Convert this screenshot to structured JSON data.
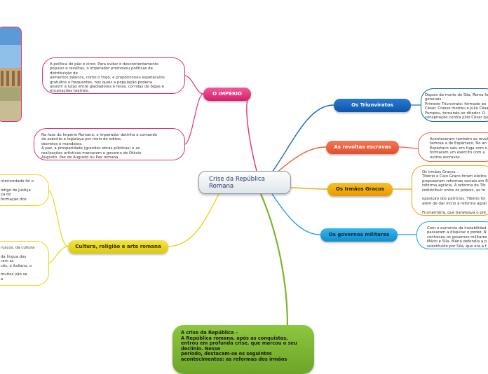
{
  "central": {
    "label": "Crise da República Romana"
  },
  "topics": {
    "imperio": "O IMPÉRIO",
    "triunviratos": "Os Triunviratos",
    "revoltas": "As revoltas escravas",
    "gracos": "Os Irmãos Gracos",
    "militares": "Os governos militares",
    "cultura": "Cultura, religião e arte romana"
  },
  "notes": {
    "pao_circo": "A política do pão e circo: Para evitar o descontentamento\npopular e revoltas, o imperador promoveu políticas de\ndistribuição de\nalimentos básicos, como o trigo, e proporcionou espetáculos\ngratuitos e frequentes, nos quais a população poderia\nassistir a lutas entre gladiadores e feras, corridas de bigas e\nencenações teatrais.",
    "imperio_fase": "Na fase do Império Romano, o imperador detinha o comando\ndo exército e legislava por meio de editos,\ndecretos e mandatos.\nA paz, a prosperidade (grandes obras públicas) e as\nrealizações artísticas marcaram o governo de Otávio\nAugusto. Pax de Augusto ou Pax romana.",
    "triunviratos": "Depois da morte de Sila, Roma fo\ngenerais.\nPrimeiro Triunvirato: formado po\nCésar. Crasso morreu e Júlio Césa\nPompeu, tornando-se ditador. O\nconspiração contra Júlio César qu",
    "revoltas": "Aconteceram também as revol\nfamosa a de Espártaco. No an\nEspártaco saiu em fuga com o\nformaram um exército com a\noutros escravos.",
    "gracos": "Os irmãos Gracos -\nTibério e Caio Graco foram eleitos\npropuseram reformas sociais em R\nreforma agrária. A reforma de Tib\nredistribuir entre os pobres, as te\n\noposição dos patrícios. Tibério foi\nalém de dar início à reforma agrár\n\nFrumentária, que barateava o pre",
    "militares": "Com o aumento da instabilidad\npassaram a disputar o poder. N\nconheceu os governos militares\nMário e Sila. Mário defendia a p\nsubstituído por Sila, que era a f",
    "cultura_top": "nteriorrdade foi o\n\nódigo de Justiça\nça do\nformação dos",
    "cultura_bottom": "ruscos, da cultura\n\nda língua dos\nram as\ncês, o italiano, o\n\nmuitos vão se\na"
  },
  "bottom": {
    "text": "A crise da República –\nA República romana, após as conquistas,\nentrou em profunda crise, que marcou o seu\ndeclínio. Nesse\nperíodo, destacam-se os seguintes\nacontecimentos: as reformas dos irmãos"
  },
  "colors": {
    "imperio": "#e2307c",
    "triunviratos": "#1565c0",
    "revoltas": "#f0603c",
    "gracos": "#f0a400",
    "militares": "#1ba0dc",
    "cultura": "#e8d81a",
    "bottom": "#7cb52e"
  },
  "icons": {
    "photo": "ancient-ruins-photo"
  }
}
